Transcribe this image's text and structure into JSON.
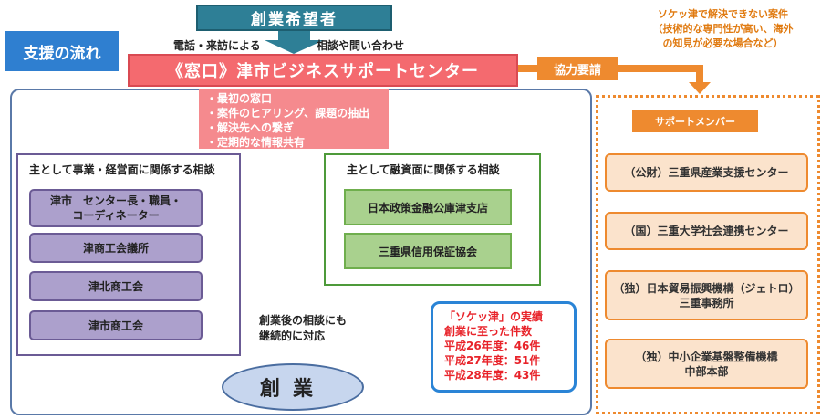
{
  "flow_title": "支援の流れ",
  "applicant": "創業希望者",
  "contact_left": "電話・来訪による",
  "contact_right": "相談や問い合わせ",
  "window": "《窓口》津市ビジネスサポートセンター",
  "request": "協力要請",
  "note": [
    "ソケッ津で解決できない案件",
    "（技術的な専門性が高い、海外",
    "の知見が必要な場合など）"
  ],
  "bullets": [
    "・最初の窓口",
    "・案件のヒアリング、課題の抽出",
    "・解決先への繋ぎ",
    "・定期的な情報共有"
  ],
  "business": {
    "heading": "主として事業・経営面に関係する相談",
    "items": [
      "津市　センター長・職員・",
      "コーディネーター",
      "津商工会議所",
      "津北商工会",
      "津市商工会"
    ]
  },
  "finance": {
    "heading": "主として融資面に関係する相談",
    "items": [
      "日本政策金融公庫津支店",
      "三重県信用保証協会"
    ]
  },
  "continue": [
    "創業後の相談にも",
    "継続的に対応"
  ],
  "startup": "創業",
  "results": [
    "「ソケッ津」の実績",
    "創業に至った件数",
    "平成26年度：46件",
    "平成27年度：51件",
    "平成28年度：43件"
  ],
  "support": {
    "heading": "サポートメンバー",
    "members": [
      "（公財）三重県産業支援センター",
      "（国）三重大学社会連携センター",
      "（独）日本貿易振興機構（ジェトロ）",
      "三重事務所",
      "（独）中小企業基盤整備機構",
      "中部本部"
    ]
  },
  "colors": {
    "window": "#f46a6f",
    "accent_orange": "#ee8a2f",
    "business": "#aca0cc",
    "finance": "#a9d18e",
    "applicant": "#2e7f96"
  }
}
